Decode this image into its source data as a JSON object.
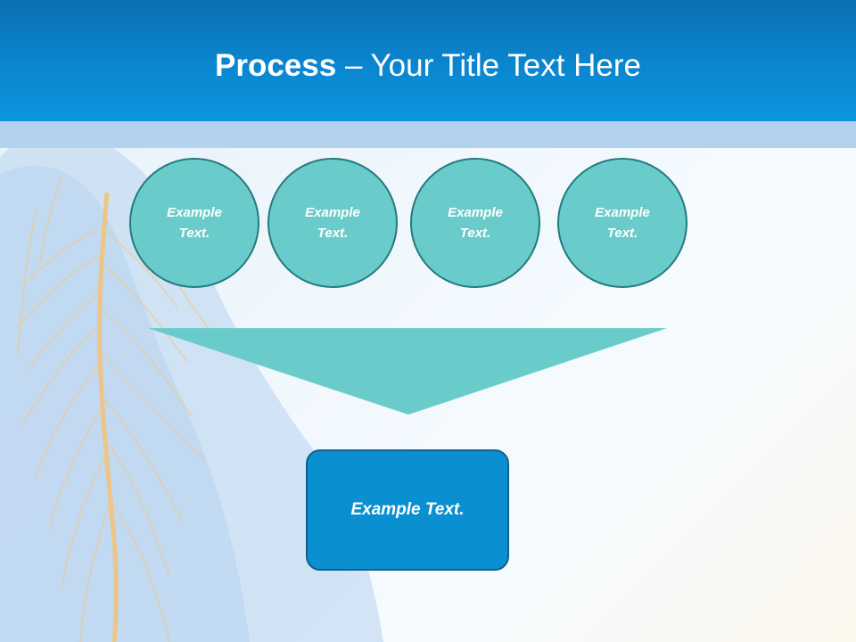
{
  "slide": {
    "title_bold": "Process",
    "title_rest": " – Your Title Text Here"
  },
  "circles": [
    {
      "label": "Example Text."
    },
    {
      "label": "Example Text."
    },
    {
      "label": "Example Text."
    },
    {
      "label": "Example Text."
    }
  ],
  "result": {
    "label": "Example Text."
  },
  "colors": {
    "header": "#0a86cf",
    "header_strip": "#b3d2ee",
    "circle_fill": "#6accca",
    "circle_border": "#237a7d",
    "funnel": "#6accca",
    "box_fill": "#0a8fd0",
    "box_border": "#135f8f"
  },
  "decorations": [
    "body-anatomy-nervous-system-image"
  ]
}
